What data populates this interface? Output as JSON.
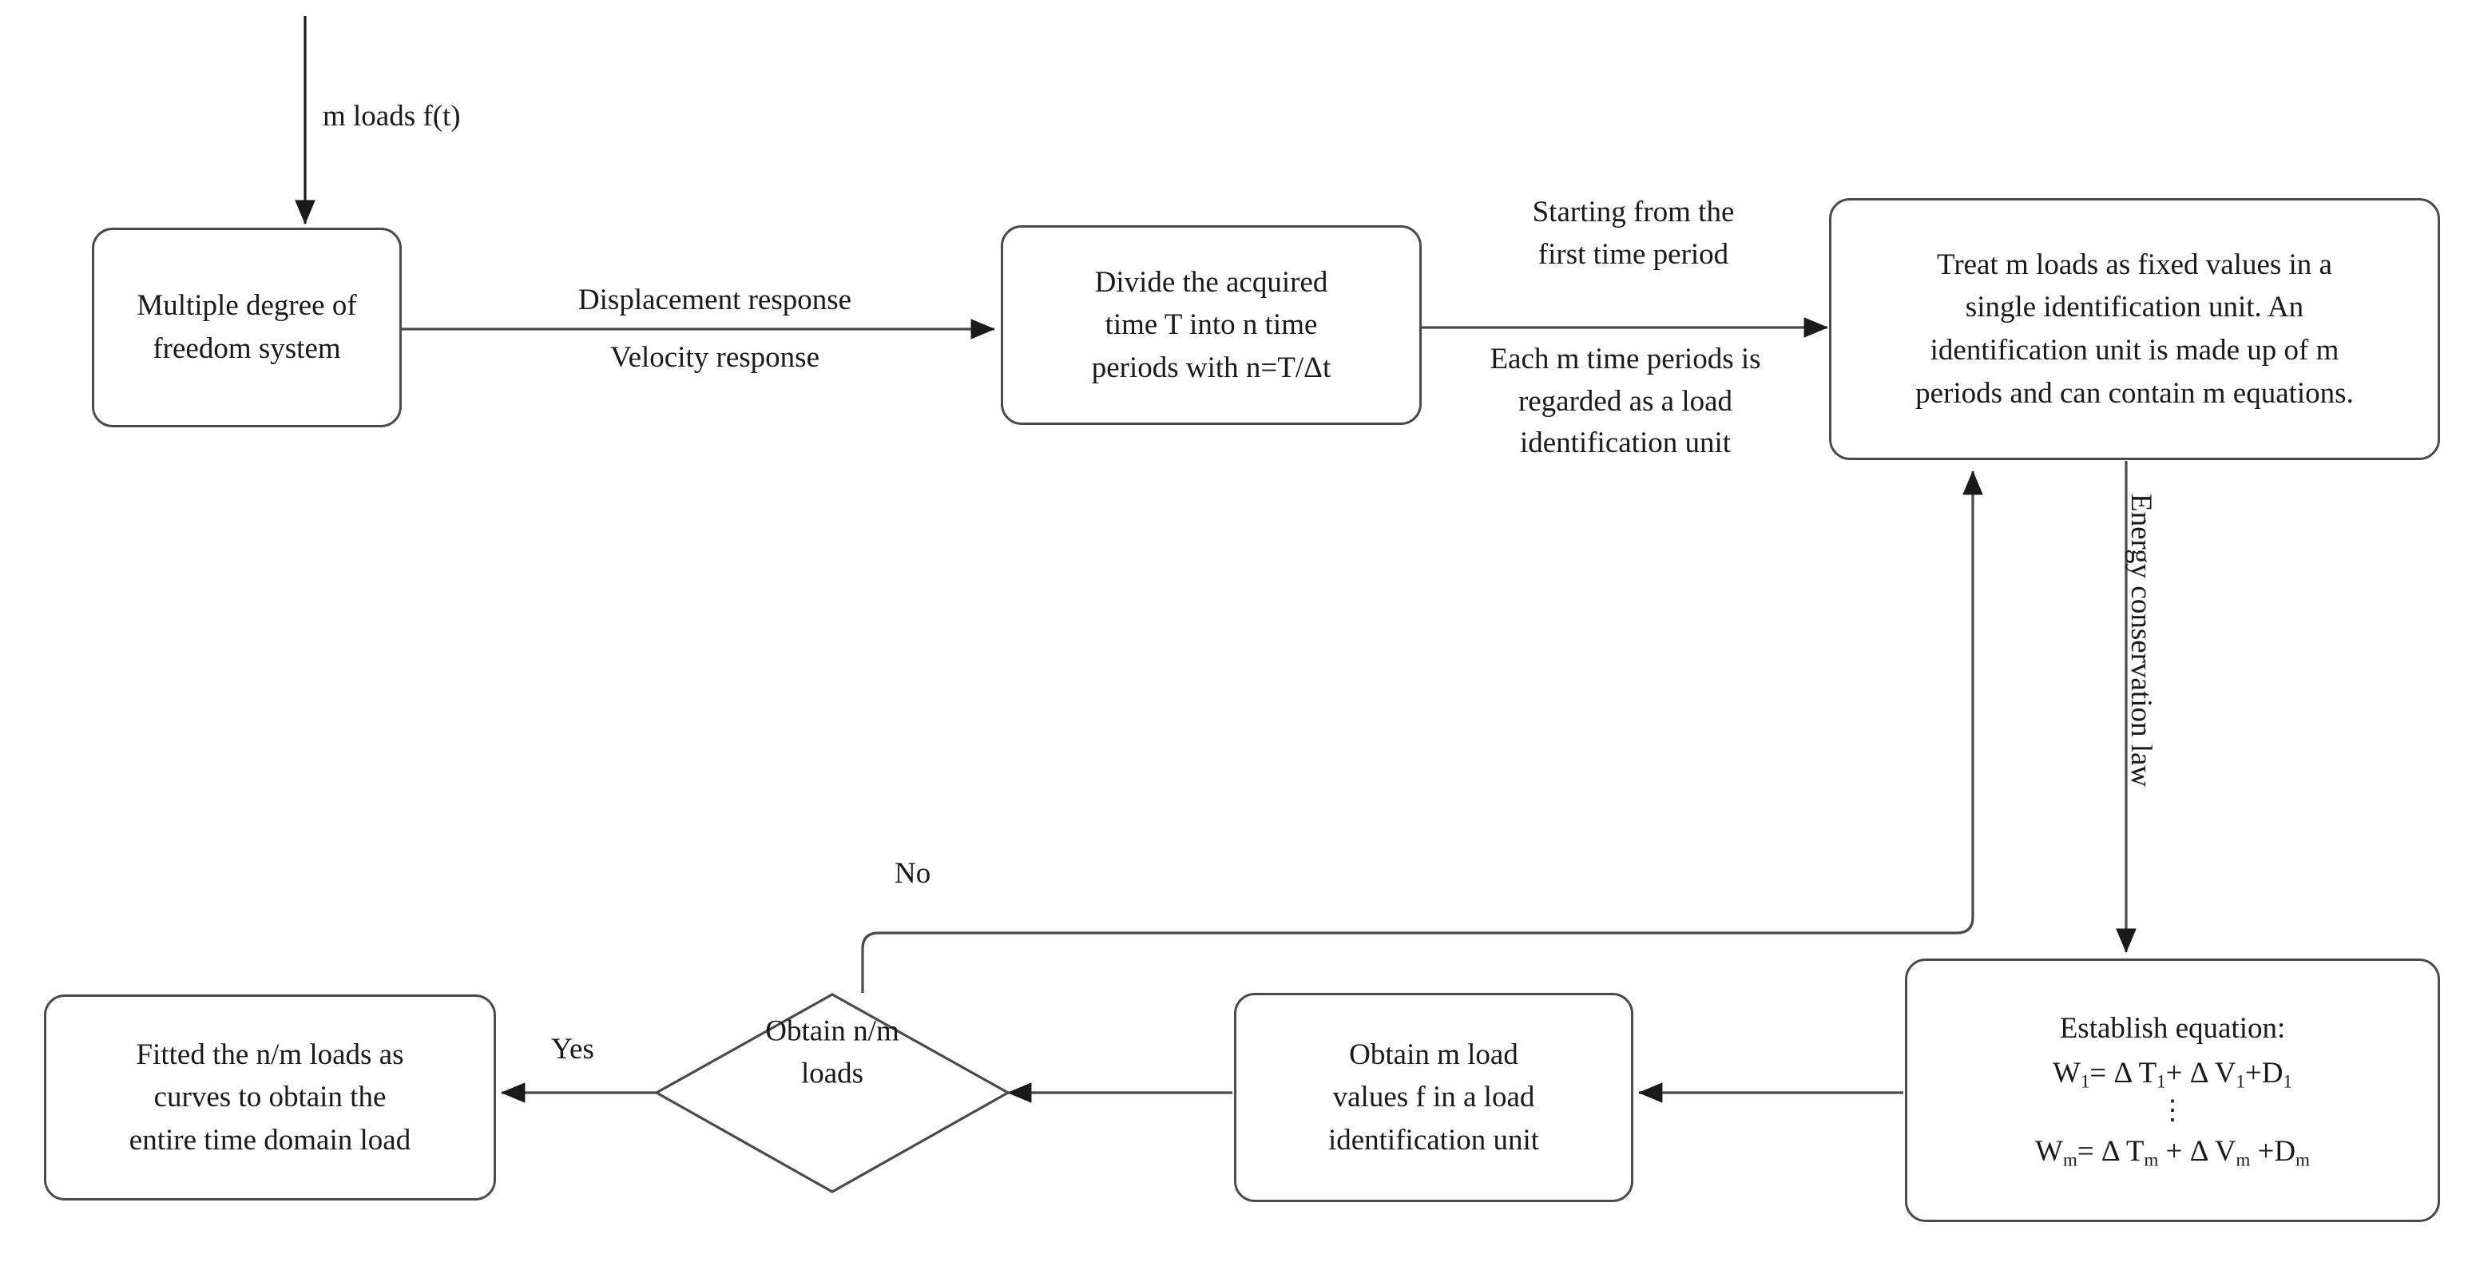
{
  "diagram": {
    "title": "Load identification flowchart",
    "stroke_color": "#4a4a4a",
    "text_color": "#1a1a1a",
    "background": "#ffffff"
  },
  "nodes": {
    "mdof_system": {
      "text": "Multiple degree of\nfreedom system",
      "shape": "rounded-rectangle"
    },
    "divide_time": {
      "text": "Divide the acquired\ntime T into n time\nperiods with n=T/Δt",
      "shape": "rounded-rectangle"
    },
    "treat_loads": {
      "text": "Treat m loads as fixed values in a\nsingle identification unit. An\nidentification unit is made up of m\nperiods and can contain m equations.",
      "shape": "rounded-rectangle"
    },
    "establish_equation": {
      "shape": "rounded-rectangle",
      "heading": "Establish equation:",
      "equation_first": {
        "lhs": "W",
        "lhs_sub": "1",
        "rhs": "= Δ T",
        "rhs_sub1": "1",
        "mid": "+ Δ V",
        "rhs_sub2": "1",
        "tail": "+D",
        "rhs_sub3": "1"
      },
      "ellipsis": "⋮",
      "equation_last": {
        "lhs": "W",
        "lhs_sub": "m",
        "rhs": "= Δ T",
        "rhs_sub1": "m",
        "mid": " + Δ V",
        "rhs_sub2": "m",
        "tail": " +D",
        "rhs_sub3": "m"
      }
    },
    "obtain_m_loads": {
      "text": "Obtain m load\nvalues f in a load\nidentification unit",
      "shape": "rounded-rectangle"
    },
    "decision_obtain_nm": {
      "text": "Obtain n/m\nloads",
      "shape": "diamond"
    },
    "fitted_curves": {
      "text": "Fitted the n/m loads as\ncurves to obtain the\nentire time domain load",
      "shape": "rounded-rectangle"
    }
  },
  "edge_labels": {
    "m_loads_input": "m loads f(t)",
    "displacement_response": "Displacement response",
    "velocity_response": "Velocity response",
    "starting_first_period": "Starting from the\nfirst time period",
    "each_m_periods": "Each m time periods is\nregarded as a load\nidentification unit",
    "energy_conservation_law": "Energy conservation law",
    "decision_no": "No",
    "decision_yes": "Yes"
  }
}
